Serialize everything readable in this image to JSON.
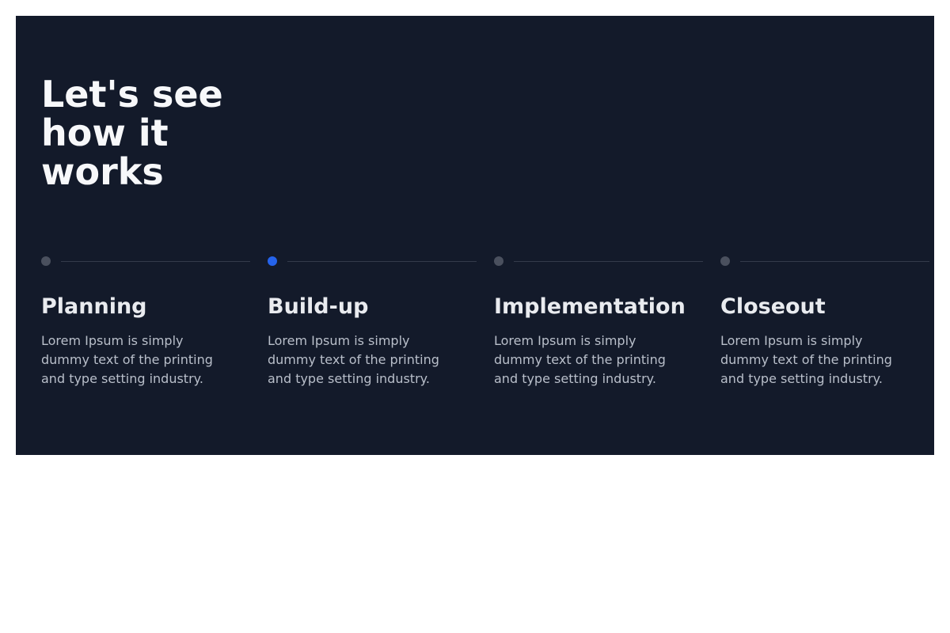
{
  "colors": {
    "page_bg": "#ffffff",
    "panel_bg": "#131a2a",
    "heading_text": "#f7f8fa",
    "step_title_text": "#e9ebef",
    "step_body_text": "#b9bfca",
    "dot_active": "#2563eb",
    "dot_inactive": "#4a505e",
    "divider_line": "#333b4a"
  },
  "hero": {
    "title": "Let's see how it works",
    "title_lines": [
      "Let's see",
      "how it",
      "works"
    ]
  },
  "steps": [
    {
      "title": "Planning",
      "active": false,
      "body": "Lorem Ipsum is simply dummy text of the printing and type setting industry.",
      "body_lines": [
        "Lorem Ipsum is simply",
        "dummy text of the printing",
        "and type setting industry."
      ]
    },
    {
      "title": "Build-up",
      "active": true,
      "body": "Lorem Ipsum is simply dummy text of the printing and type setting industry.",
      "body_lines": [
        "Lorem Ipsum is simply",
        "dummy text of the printing",
        "and type setting industry."
      ]
    },
    {
      "title": "Implementation",
      "active": false,
      "body": "Lorem Ipsum is simply dummy text of the printing and type setting industry.",
      "body_lines": [
        "Lorem Ipsum is simply",
        "dummy text of the printing",
        "and type setting industry."
      ]
    },
    {
      "title": "Closeout",
      "active": false,
      "body": "Lorem Ipsum is simply dummy text of the printing and type setting industry.",
      "body_lines": [
        "Lorem Ipsum is simply",
        "dummy text of the printing",
        "and type setting industry."
      ]
    }
  ]
}
